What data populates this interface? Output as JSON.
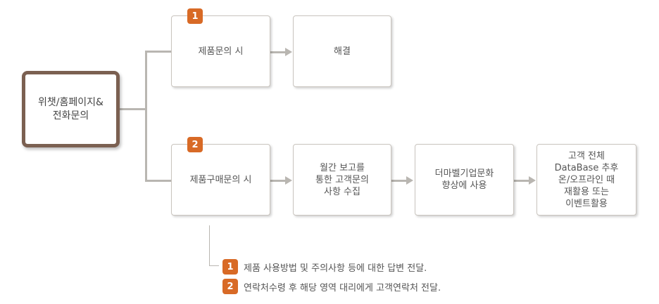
{
  "colors": {
    "accent": "#d86a26",
    "origin_border": "#7b6051",
    "connector": "#b9b6b1"
  },
  "origin": {
    "label": "위챗/홈페이지&\n전화문의"
  },
  "row1": {
    "badge": "1",
    "step1": "제품문의 시",
    "step2": "해결"
  },
  "row2": {
    "badge": "2",
    "step1": "제품구매문의 시",
    "step2": "월간 보고를\n통한 고객문의\n사항 수집",
    "step3": "더마벨기업문화\n향상에 사용",
    "step4": "고객 전체\nDataBase 추후\n온/오프라인 때\n재활용 또는\n이벤트활용"
  },
  "notes": [
    {
      "badge": "1",
      "text": "제품 사용방법 및 주의사항 등에 대한 답변 전달."
    },
    {
      "badge": "2",
      "text": "연락처수령 후 해당 영역 대리에게 고객연락처 전달."
    }
  ]
}
